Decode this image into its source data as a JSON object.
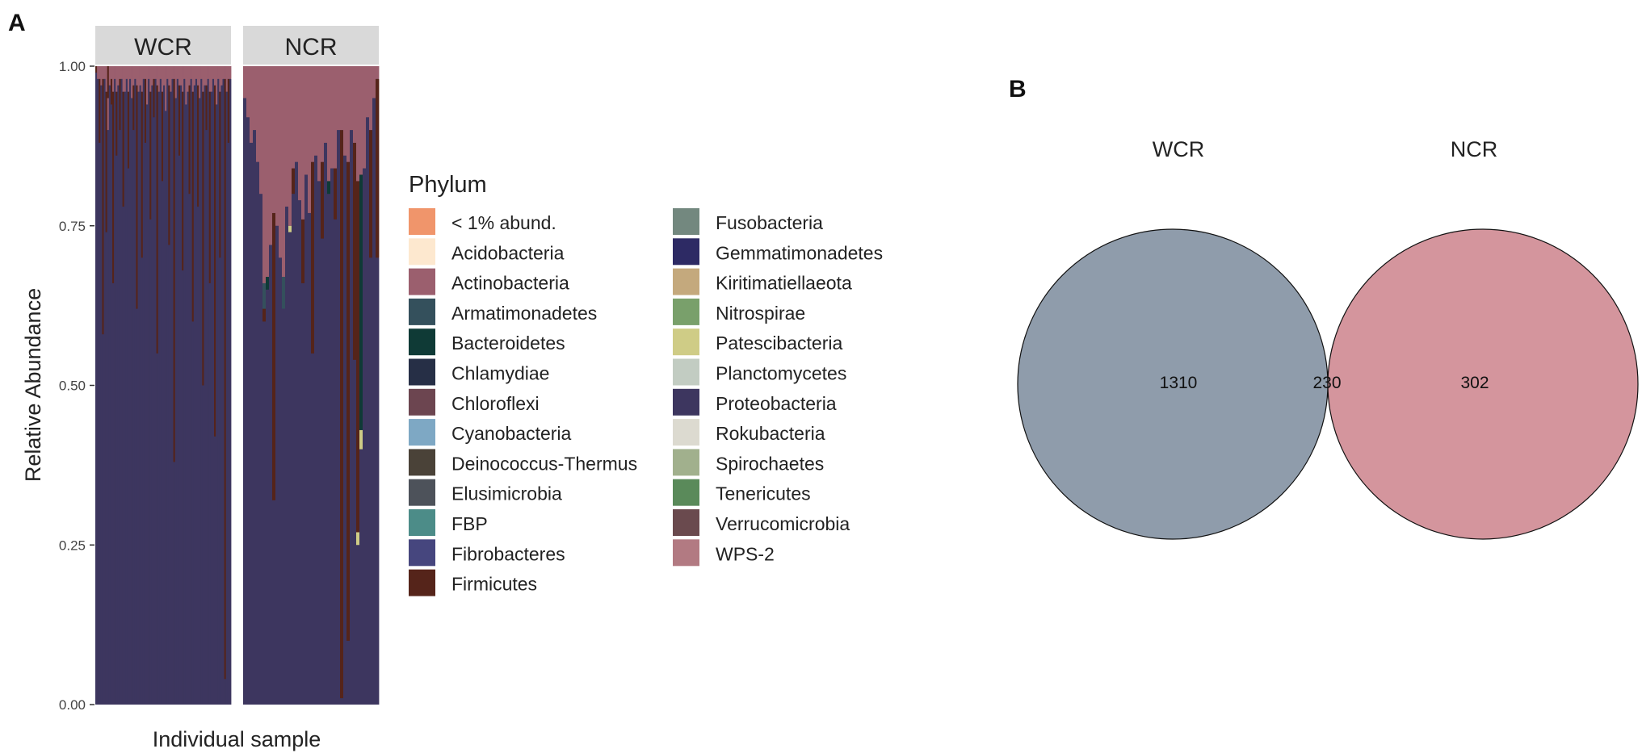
{
  "panels": {
    "a_label": "A",
    "b_label": "B"
  },
  "chart_data": [
    {
      "type": "bar",
      "stacked": true,
      "facets": [
        "WCR",
        "NCR"
      ],
      "xlabel": "Individual sample",
      "ylabel": "Relative Abundance",
      "ylim": [
        0,
        1
      ],
      "yticks": [
        "0.00",
        "0.25",
        "0.50",
        "0.75",
        "1.00"
      ],
      "legend_title": "Phylum",
      "legend_position": "right",
      "phyla": [
        {
          "name": "< 1% abund.",
          "color": "#f0956b"
        },
        {
          "name": "Acidobacteria",
          "color": "#fde8cf"
        },
        {
          "name": "Actinobacteria",
          "color": "#9b5f6e"
        },
        {
          "name": "Armatimonadetes",
          "color": "#34505c"
        },
        {
          "name": "Bacteroidetes",
          "color": "#0f3a36"
        },
        {
          "name": "Chlamydiae",
          "color": "#262f46"
        },
        {
          "name": "Chloroflexi",
          "color": "#6c4550"
        },
        {
          "name": "Cyanobacteria",
          "color": "#7ea8c4"
        },
        {
          "name": "Deinococcus-Thermus",
          "color": "#4a4238"
        },
        {
          "name": "Elusimicrobia",
          "color": "#4d525a"
        },
        {
          "name": "FBP",
          "color": "#4c8c88"
        },
        {
          "name": "Fibrobacteres",
          "color": "#46467e"
        },
        {
          "name": "Firmicutes",
          "color": "#55241a"
        },
        {
          "name": "Fusobacteria",
          "color": "#73887f"
        },
        {
          "name": "Gemmatimonadetes",
          "color": "#2d2a64"
        },
        {
          "name": "Kiritimatiellaeota",
          "color": "#c4a97d"
        },
        {
          "name": "Nitrospirae",
          "color": "#79a06b"
        },
        {
          "name": "Patescibacteria",
          "color": "#cfcc86"
        },
        {
          "name": "Planctomycetes",
          "color": "#c2ccc2"
        },
        {
          "name": "Proteobacteria",
          "color": "#3d365f"
        },
        {
          "name": "Rokubacteria",
          "color": "#dcdad0"
        },
        {
          "name": "Spirochaetes",
          "color": "#a1b08d"
        },
        {
          "name": "Tenericutes",
          "color": "#5a8a5a"
        },
        {
          "name": "Verrucomicrobia",
          "color": "#6a4a4e"
        },
        {
          "name": "WPS-2",
          "color": "#b27a82"
        }
      ],
      "samples": {
        "WCR": [
          {
            "Proteobacteria": 0.99,
            "Firmicutes": 0.01
          },
          {
            "Proteobacteria": 0.98,
            "Actinobacteria": 0.02
          },
          {
            "Proteobacteria": 0.88,
            "Firmicutes": 0.1,
            "Actinobacteria": 0.02
          },
          {
            "Proteobacteria": 0.97,
            "Actinobacteria": 0.03
          },
          {
            "Proteobacteria": 0.58,
            "Firmicutes": 0.4,
            "Actinobacteria": 0.02
          },
          {
            "Proteobacteria": 0.98,
            "Actinobacteria": 0.02
          },
          {
            "Proteobacteria": 0.74,
            "Firmicutes": 0.22,
            "Actinobacteria": 0.04
          },
          {
            "Proteobacteria": 0.9,
            "Actinobacteria": 0.05,
            "Firmicutes": 0.05
          },
          {
            "Proteobacteria": 0.97,
            "Actinobacteria": 0.03
          },
          {
            "Proteobacteria": 0.94,
            "Firmicutes": 0.04,
            "Actinobacteria": 0.02
          },
          {
            "Proteobacteria": 0.66,
            "Firmicutes": 0.3,
            "Actinobacteria": 0.04
          },
          {
            "Proteobacteria": 0.98,
            "Actinobacteria": 0.02
          },
          {
            "Proteobacteria": 0.86,
            "Firmicutes": 0.1,
            "Actinobacteria": 0.04
          },
          {
            "Proteobacteria": 0.97,
            "Actinobacteria": 0.03
          },
          {
            "Proteobacteria": 0.9,
            "Firmicutes": 0.08,
            "Actinobacteria": 0.02
          },
          {
            "Proteobacteria": 0.98,
            "Actinobacteria": 0.02
          },
          {
            "Proteobacteria": 0.78,
            "Firmicutes": 0.18,
            "Actinobacteria": 0.04
          },
          {
            "Proteobacteria": 0.96,
            "Actinobacteria": 0.04
          },
          {
            "Proteobacteria": 0.98,
            "Actinobacteria": 0.02
          },
          {
            "Proteobacteria": 0.84,
            "Firmicutes": 0.12,
            "Actinobacteria": 0.04
          },
          {
            "Proteobacteria": 0.98,
            "Actinobacteria": 0.02
          },
          {
            "Proteobacteria": 0.95,
            "Actinobacteria": 0.05
          },
          {
            "Proteobacteria": 0.9,
            "Firmicutes": 0.07,
            "Actinobacteria": 0.03
          },
          {
            "Proteobacteria": 0.98,
            "Actinobacteria": 0.02
          },
          {
            "Proteobacteria": 0.62,
            "Firmicutes": 0.35,
            "Actinobacteria": 0.03
          },
          {
            "Proteobacteria": 0.96,
            "Actinobacteria": 0.04
          },
          {
            "Proteobacteria": 0.97,
            "Actinobacteria": 0.03
          },
          {
            "Proteobacteria": 0.7,
            "Firmicutes": 0.26,
            "Actinobacteria": 0.04
          },
          {
            "Proteobacteria": 0.98,
            "Actinobacteria": 0.02
          },
          {
            "Proteobacteria": 0.88,
            "Firmicutes": 0.1,
            "Actinobacteria": 0.02
          },
          {
            "Proteobacteria": 0.94,
            "Actinobacteria": 0.06
          },
          {
            "Proteobacteria": 0.98,
            "Actinobacteria": 0.02
          },
          {
            "Proteobacteria": 0.76,
            "Firmicutes": 0.2,
            "Actinobacteria": 0.04
          },
          {
            "Proteobacteria": 0.97,
            "Actinobacteria": 0.03
          },
          {
            "Proteobacteria": 0.92,
            "Firmicutes": 0.06,
            "Actinobacteria": 0.02
          },
          {
            "Proteobacteria": 0.98,
            "Actinobacteria": 0.02
          },
          {
            "Proteobacteria": 0.55,
            "Firmicutes": 0.42,
            "Actinobacteria": 0.03
          },
          {
            "Proteobacteria": 0.96,
            "Actinobacteria": 0.04
          },
          {
            "Proteobacteria": 0.98,
            "Actinobacteria": 0.02
          },
          {
            "Proteobacteria": 0.82,
            "Firmicutes": 0.14,
            "Actinobacteria": 0.04
          },
          {
            "Proteobacteria": 0.97,
            "Actinobacteria": 0.03
          },
          {
            "Proteobacteria": 0.93,
            "Actinobacteria": 0.07
          },
          {
            "Proteobacteria": 0.98,
            "Actinobacteria": 0.02
          },
          {
            "Proteobacteria": 0.72,
            "Firmicutes": 0.25,
            "Actinobacteria": 0.03
          },
          {
            "Proteobacteria": 0.96,
            "Actinobacteria": 0.04
          },
          {
            "Proteobacteria": 0.98,
            "Actinobacteria": 0.02
          },
          {
            "Proteobacteria": 0.38,
            "Firmicutes": 0.6,
            "Actinobacteria": 0.02
          },
          {
            "Proteobacteria": 0.95,
            "Actinobacteria": 0.05
          },
          {
            "Proteobacteria": 0.98,
            "Actinobacteria": 0.02
          },
          {
            "Proteobacteria": 0.86,
            "Firmicutes": 0.11,
            "Actinobacteria": 0.03
          },
          {
            "Proteobacteria": 0.97,
            "Actinobacteria": 0.03
          },
          {
            "Proteobacteria": 0.68,
            "Firmicutes": 0.28,
            "Actinobacteria": 0.04
          },
          {
            "Proteobacteria": 0.98,
            "Actinobacteria": 0.02
          },
          {
            "Proteobacteria": 0.94,
            "Actinobacteria": 0.06
          },
          {
            "Proteobacteria": 0.96,
            "Actinobacteria": 0.04
          },
          {
            "Proteobacteria": 0.8,
            "Firmicutes": 0.17,
            "Actinobacteria": 0.03
          },
          {
            "Proteobacteria": 0.98,
            "Actinobacteria": 0.02
          },
          {
            "Proteobacteria": 0.6,
            "Firmicutes": 0.36,
            "Actinobacteria": 0.04
          },
          {
            "Proteobacteria": 0.97,
            "Actinobacteria": 0.03
          },
          {
            "Proteobacteria": 0.98,
            "Actinobacteria": 0.02
          },
          {
            "Proteobacteria": 0.78,
            "Firmicutes": 0.19,
            "Actinobacteria": 0.03
          },
          {
            "Proteobacteria": 0.95,
            "Actinobacteria": 0.05
          },
          {
            "Proteobacteria": 0.98,
            "Actinobacteria": 0.02
          },
          {
            "Proteobacteria": 0.5,
            "Firmicutes": 0.46,
            "Actinobacteria": 0.04
          },
          {
            "Proteobacteria": 0.97,
            "Actinobacteria": 0.03
          },
          {
            "Proteobacteria": 0.9,
            "Firmicutes": 0.07,
            "Actinobacteria": 0.03
          },
          {
            "Proteobacteria": 0.98,
            "Actinobacteria": 0.02
          },
          {
            "Proteobacteria": 0.66,
            "Firmicutes": 0.3,
            "Actinobacteria": 0.04
          },
          {
            "Proteobacteria": 0.96,
            "Actinobacteria": 0.04
          },
          {
            "Proteobacteria": 0.98,
            "Actinobacteria": 0.02
          },
          {
            "Proteobacteria": 0.42,
            "Firmicutes": 0.55,
            "Actinobacteria": 0.03
          },
          {
            "Proteobacteria": 0.94,
            "Actinobacteria": 0.06
          },
          {
            "Proteobacteria": 0.98,
            "Actinobacteria": 0.02
          },
          {
            "Proteobacteria": 0.7,
            "Firmicutes": 0.26,
            "Actinobacteria": 0.04
          },
          {
            "Proteobacteria": 0.97,
            "Actinobacteria": 0.03
          },
          {
            "Proteobacteria": 0.98,
            "Actinobacteria": 0.02
          },
          {
            "Proteobacteria": 0.04,
            "Firmicutes": 0.94,
            "Actinobacteria": 0.02
          },
          {
            "Proteobacteria": 0.96,
            "Actinobacteria": 0.04
          },
          {
            "Proteobacteria": 0.88,
            "Firmicutes": 0.1,
            "Actinobacteria": 0.02
          },
          {
            "Proteobacteria": 0.98,
            "Actinobacteria": 0.02
          }
        ],
        "NCR": [
          {
            "Proteobacteria": 0.95,
            "Actinobacteria": 0.05
          },
          {
            "Proteobacteria": 0.92,
            "Actinobacteria": 0.08
          },
          {
            "Proteobacteria": 0.88,
            "Actinobacteria": 0.12
          },
          {
            "Proteobacteria": 0.9,
            "Actinobacteria": 0.1
          },
          {
            "Proteobacteria": 0.85,
            "Actinobacteria": 0.15
          },
          {
            "Proteobacteria": 0.8,
            "Actinobacteria": 0.2
          },
          {
            "Proteobacteria": 0.6,
            "Firmicutes": 0.02,
            "Armatimonadetes": 0.04,
            "Actinobacteria": 0.34
          },
          {
            "Proteobacteria": 0.65,
            "Bacteroidetes": 0.02,
            "Actinobacteria": 0.33
          },
          {
            "Proteobacteria": 0.72,
            "Actinobacteria": 0.28
          },
          {
            "Proteobacteria": 0.32,
            "Firmicutes": 0.45,
            "Actinobacteria": 0.23
          },
          {
            "Proteobacteria": 0.75,
            "Actinobacteria": 0.25
          },
          {
            "Proteobacteria": 0.7,
            "Actinobacteria": 0.3
          },
          {
            "Proteobacteria": 0.62,
            "Armatimonadetes": 0.05,
            "Actinobacteria": 0.33
          },
          {
            "Proteobacteria": 0.78,
            "Actinobacteria": 0.22
          },
          {
            "Proteobacteria": 0.74,
            "Patescibacteria": 0.01,
            "Actinobacteria": 0.25
          },
          {
            "Proteobacteria": 0.8,
            "Firmicutes": 0.04,
            "Actinobacteria": 0.16
          },
          {
            "Proteobacteria": 0.85,
            "Actinobacteria": 0.15
          },
          {
            "Proteobacteria": 0.79,
            "Actinobacteria": 0.21
          },
          {
            "Proteobacteria": 0.66,
            "Firmicutes": 0.1,
            "Actinobacteria": 0.24
          },
          {
            "Proteobacteria": 0.83,
            "Actinobacteria": 0.17
          },
          {
            "Proteobacteria": 0.77,
            "Actinobacteria": 0.23
          },
          {
            "Proteobacteria": 0.55,
            "Firmicutes": 0.3,
            "Actinobacteria": 0.15
          },
          {
            "Proteobacteria": 0.86,
            "Actinobacteria": 0.14
          },
          {
            "Proteobacteria": 0.82,
            "Actinobacteria": 0.18
          },
          {
            "Proteobacteria": 0.73,
            "Firmicutes": 0.12,
            "Actinobacteria": 0.15
          },
          {
            "Proteobacteria": 0.88,
            "Actinobacteria": 0.12
          },
          {
            "Proteobacteria": 0.8,
            "Bacteroidetes": 0.02,
            "Actinobacteria": 0.18
          },
          {
            "Proteobacteria": 0.84,
            "Actinobacteria": 0.16
          },
          {
            "Proteobacteria": 0.76,
            "Firmicutes": 0.08,
            "Actinobacteria": 0.16
          },
          {
            "Proteobacteria": 0.9,
            "Actinobacteria": 0.1
          },
          {
            "Proteobacteria": 0.01,
            "Firmicutes": 0.89,
            "Actinobacteria": 0.1
          },
          {
            "Proteobacteria": 0.86,
            "Actinobacteria": 0.14
          },
          {
            "Proteobacteria": 0.1,
            "Firmicutes": 0.75,
            "Actinobacteria": 0.15
          },
          {
            "Proteobacteria": 0.9,
            "Actinobacteria": 0.1
          },
          {
            "Proteobacteria": 0.54,
            "Firmicutes": 0.34,
            "Actinobacteria": 0.12
          },
          {
            "Proteobacteria": 0.25,
            "Patescibacteria": 0.02,
            "Firmicutes": 0.55,
            "Actinobacteria": 0.18
          },
          {
            "Proteobacteria": 0.4,
            "Patescibacteria": 0.03,
            "Bacteroidetes": 0.4,
            "Actinobacteria": 0.17
          },
          {
            "Proteobacteria": 0.84,
            "Actinobacteria": 0.16
          },
          {
            "Proteobacteria": 0.92,
            "Actinobacteria": 0.08
          },
          {
            "Proteobacteria": 0.7,
            "Firmicutes": 0.2,
            "Actinobacteria": 0.1
          },
          {
            "Proteobacteria": 0.95,
            "Actinobacteria": 0.05
          },
          {
            "Proteobacteria": 0.7,
            "Firmicutes": 0.28,
            "Actinobacteria": 0.02
          }
        ]
      }
    },
    {
      "type": "venn",
      "sets": [
        {
          "name": "WCR",
          "color": "#8f9cab"
        },
        {
          "name": "NCR",
          "color": "#d4959d"
        }
      ],
      "overlap_color": "#a46470",
      "counts": {
        "WCR_only": "1310",
        "both": "230",
        "NCR_only": "302"
      }
    }
  ]
}
